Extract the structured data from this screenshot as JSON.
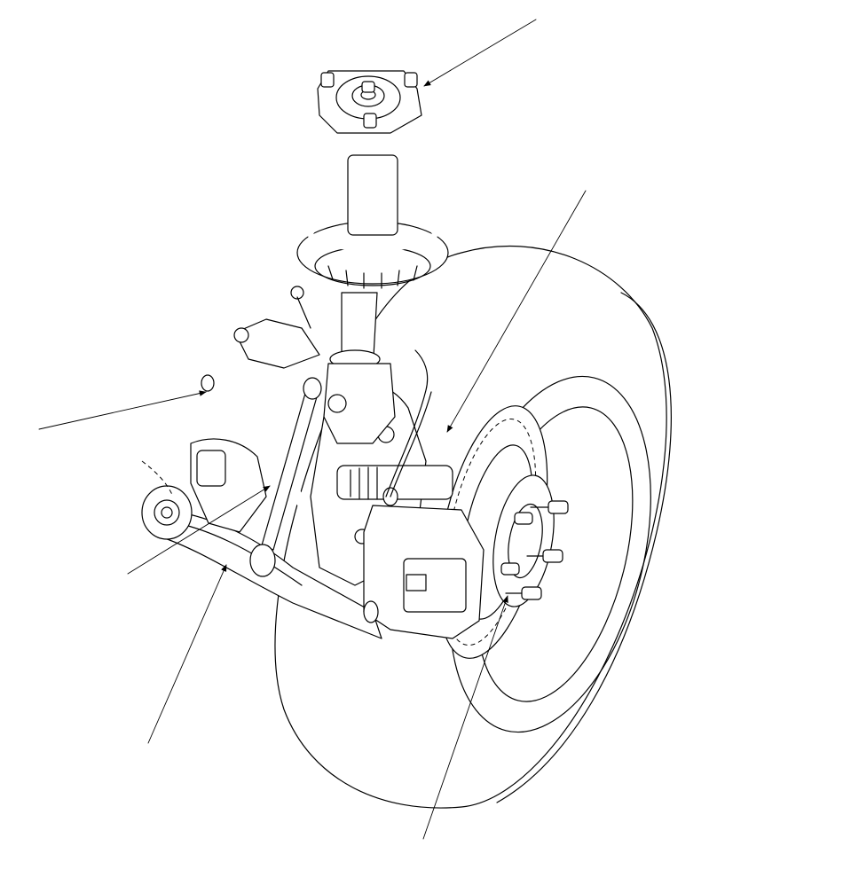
{
  "diagram": {
    "type": "exploded-line-drawing",
    "line_color": "#000000",
    "background": "#ffffff",
    "callouts": [
      {
        "id": "callout-strut-mount",
        "target": "upper-strut-mount"
      },
      {
        "id": "callout-knuckle-hub",
        "target": "steering-knuckle"
      },
      {
        "id": "callout-brake-hose",
        "target": "brake-hose"
      },
      {
        "id": "callout-stabilizer-link",
        "target": "stabilizer-link"
      },
      {
        "id": "callout-lower-arm",
        "target": "lower-arm"
      },
      {
        "id": "callout-wheel-hub",
        "target": "wheel-hub"
      }
    ]
  }
}
